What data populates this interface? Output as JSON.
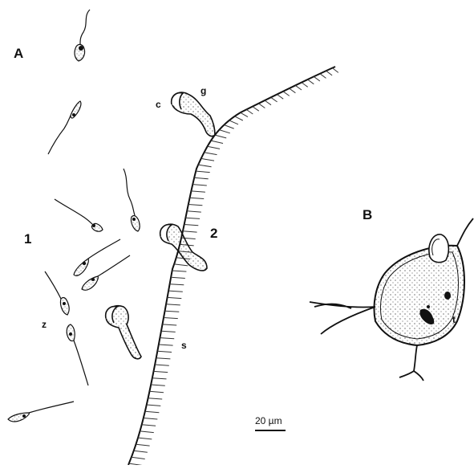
{
  "panels": {
    "a": "A",
    "b": "B"
  },
  "labels": {
    "region_1": "1",
    "region_2": "2",
    "c": "c",
    "g": "g",
    "z": "z",
    "s": "s",
    "t": "t"
  },
  "scale_bar": {
    "label": "20 µm"
  },
  "colors": {
    "ink": "#111111",
    "background": "#ffffff"
  }
}
